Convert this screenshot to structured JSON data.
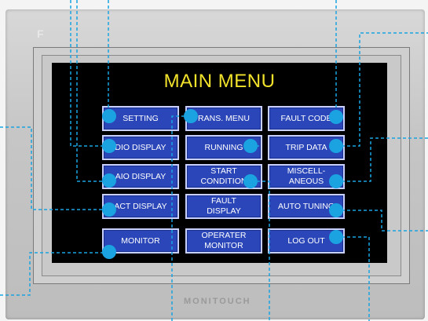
{
  "screen_title": "MAIN MENU",
  "brand_text": "MONITOUCH",
  "corner_mark": "F",
  "buttons": {
    "setting": "SETTING",
    "trans_menu": "RANS. MENU",
    "fault_code": "FAULT CODE",
    "dio_display": "DIO DISPLAY",
    "running": "RUNNING",
    "trip_data": "TRIP DATA",
    "aio_display": "AIO DISPLAY",
    "start_condition": "START\nCONDITION",
    "miscellaneous": "MISCELL-\nANEOUS",
    "act_display": "ACT DISPLAY",
    "fault_display": "FAULT\nDISPLAY",
    "auto_tuning": "AUTO TUNING",
    "monitor": "MONITOR",
    "operater_monitor": "OPERATER\nMONITOR",
    "log_out": "LOG OUT"
  },
  "accent_color": "#1aa3e0",
  "title_color": "#f2e22b",
  "button_color": "#2a46b8"
}
